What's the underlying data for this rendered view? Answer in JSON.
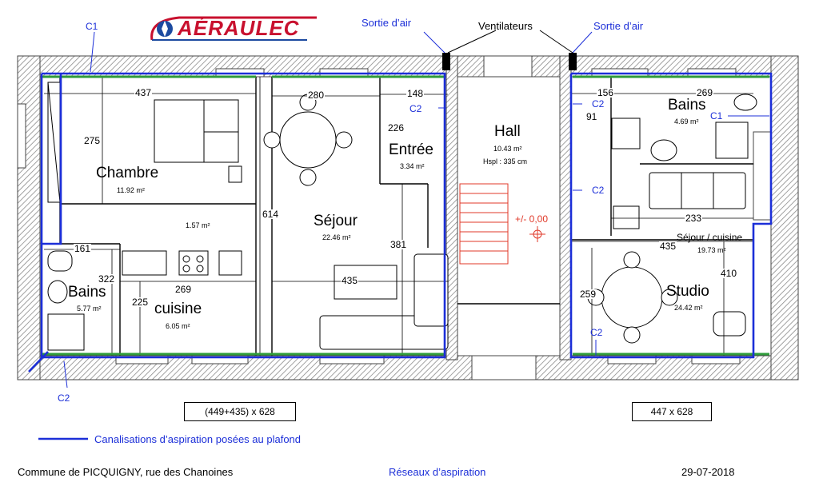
{
  "logo": {
    "text": "AÉRAULEC",
    "color": "#c8102e",
    "fan_color": "#1c4aa0"
  },
  "colors": {
    "duct": "#1c2fd8",
    "wall_hatch": "#8a8a8a",
    "stair": "#e03a2a",
    "vent_green": "#2e9b3a"
  },
  "top_labels": {
    "sortie_left": "Sortie d’air",
    "ventilateurs": "Ventilateurs",
    "sortie_right": "Sortie d’air"
  },
  "codes": {
    "c1_top": "C1",
    "c2_entree": "C2",
    "c2_hall_top": "C2",
    "c1_bains_right": "C1",
    "c2_hall_mid": "C2",
    "c2_studio_bottom": "C2",
    "c2_bottom_left": "C2"
  },
  "rooms": {
    "chambre": {
      "name": "Chambre",
      "area": "11.92 m²"
    },
    "degagement": {
      "area": "1.57 m²"
    },
    "sejour": {
      "name": "Séjour",
      "area": "22.46 m²"
    },
    "entree": {
      "name": "Entrée",
      "area": "3.34 m²"
    },
    "hall": {
      "name": "Hall",
      "area": "10.43 m²",
      "hspl": "Hspl : 335 cm"
    },
    "level": "+/- 0,00",
    "bains_left": {
      "name": "Bains",
      "area": "5.77 m²"
    },
    "cuisine": {
      "name": "cuisine",
      "area": "6.05 m²"
    },
    "bains_right": {
      "name": "Bains",
      "area": "4.69 m²"
    },
    "sejour_cuisine": {
      "name": "Séjour / cuisine",
      "area": "19.73 m²"
    },
    "studio": {
      "name": "Studio",
      "area": "24.42 m²"
    }
  },
  "dims": {
    "d437": "437",
    "d280": "280",
    "d148": "148",
    "d275": "275",
    "d226": "226",
    "d614": "614",
    "d381": "381",
    "d161": "161",
    "d322": "322",
    "d269a": "269",
    "d225": "225",
    "d435a": "435",
    "d156": "156",
    "d269b": "269",
    "d91": "91",
    "d233": "233",
    "d435b": "435",
    "d259": "259",
    "d410": "410"
  },
  "boxes": {
    "left": "(449+435) x 628",
    "right": "447 x 628"
  },
  "legend": "Canalisations d’aspiration posées au plafond",
  "footer": {
    "commune": "Commune de PICQUIGNY, rue des Chanoines",
    "title": "Réseaux d’aspiration",
    "date": "29-07-2018"
  }
}
